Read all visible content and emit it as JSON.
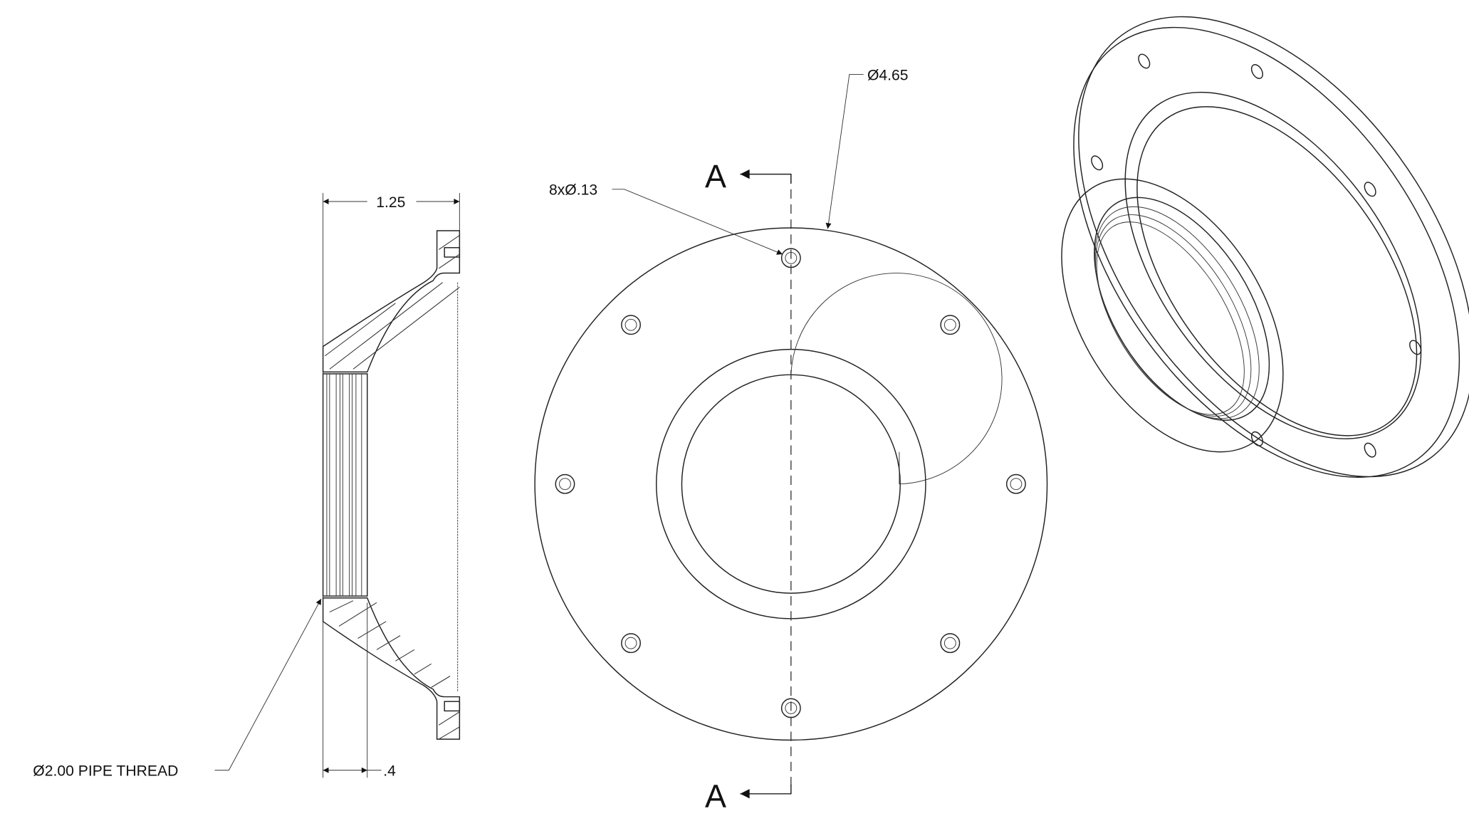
{
  "dimensions": {
    "overall_depth": "1.25",
    "thread_depth": ".4",
    "thread_callout": "Ø2.00 PIPE THREAD",
    "hole_callout": "8xØ.13",
    "outer_diameter": "Ø4.65"
  },
  "section": {
    "label_top": "A",
    "label_bottom": "A"
  },
  "colors": {
    "line": "#222222",
    "background": "#ffffff"
  }
}
